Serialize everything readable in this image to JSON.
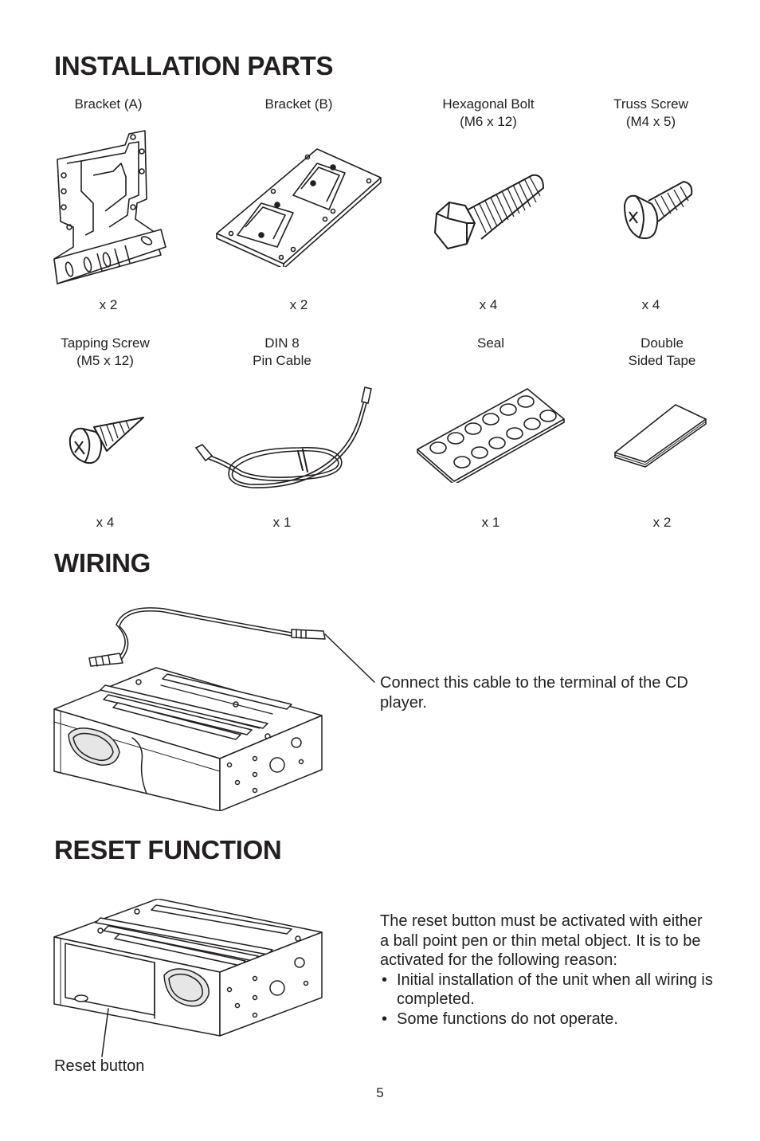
{
  "sections": {
    "installation_parts": "INSTALLATION PARTS",
    "wiring": "WIRING",
    "reset_function": "RESET FUNCTION"
  },
  "parts": [
    {
      "label": "Bracket (A)",
      "qty": "x 2",
      "icon": "bracket-a-icon"
    },
    {
      "label": "Bracket (B)",
      "qty": "x 2",
      "icon": "bracket-b-icon"
    },
    {
      "label": "Hexagonal Bolt\n(M6 x 12)",
      "qty": "x 4",
      "icon": "hexagonal-bolt-icon"
    },
    {
      "label": "Truss Screw\n(M4 x 5)",
      "qty": "x 4",
      "icon": "truss-screw-icon"
    },
    {
      "label": "Tapping Screw\n(M5 x 12)",
      "qty": "x 4",
      "icon": "tapping-screw-icon"
    },
    {
      "label": "DIN 8\nPin Cable",
      "qty": "x 1",
      "icon": "din-cable-icon"
    },
    {
      "label": "Seal",
      "qty": "x 1",
      "icon": "seal-icon"
    },
    {
      "label": "Double\nSided Tape",
      "qty": "x 2",
      "icon": "tape-icon"
    }
  ],
  "wiring": {
    "caption": "Connect this cable to the terminal of the CD player."
  },
  "reset": {
    "intro": "The reset button must be activated with either a ball point pen or thin metal object. It is to be activated for the following reason:",
    "bullets": [
      "Initial installation of the unit when all wiring is completed.",
      "Some functions do not operate."
    ],
    "button_label": "Reset button"
  },
  "page_number": "5"
}
